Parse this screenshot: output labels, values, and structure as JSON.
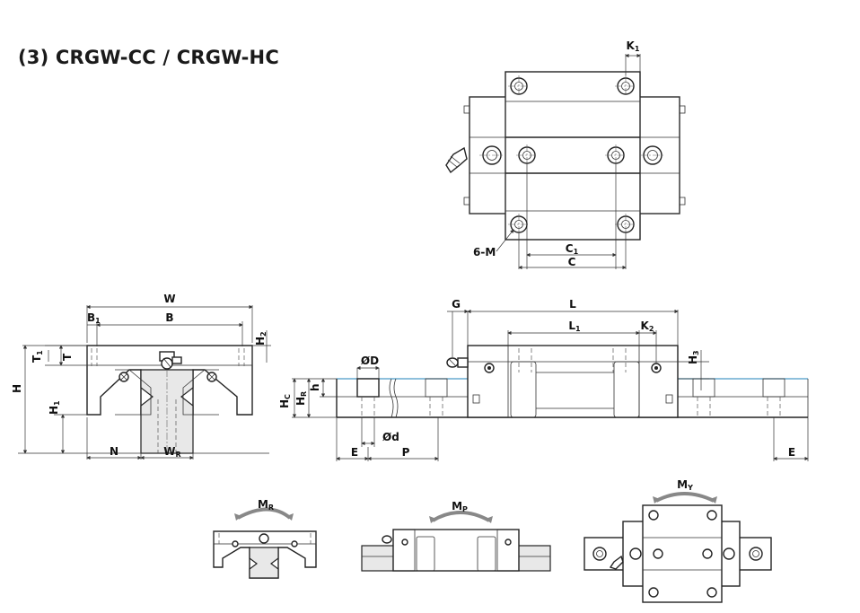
{
  "title": "(3) CRGW-CC / CRGW-HC",
  "labels": {
    "K1": "K",
    "K1_sub": "1",
    "M6": "6-M",
    "C1": "C",
    "C1_sub": "1",
    "C": "C",
    "W": "W",
    "B1": "B",
    "B1_sub": "1",
    "B": "B",
    "H2": "H",
    "H2_sub": "2",
    "T1": "T",
    "T1_sub": "1",
    "T": "T",
    "H": "H",
    "H1": "H",
    "H1_sub": "1",
    "N": "N",
    "WR": "W",
    "WR_sub": "R",
    "G": "G",
    "L": "L",
    "L1": "L",
    "L1_sub": "1",
    "K2": "K",
    "K2_sub": "2",
    "H3": "H",
    "H3_sub": "3",
    "HC": "H",
    "HC_sub": "C",
    "HR": "H",
    "HR_sub": "R",
    "h": "h",
    "D": "ØD",
    "d": "Ød",
    "E": "E",
    "P": "P",
    "E_right": "E",
    "MR": "M",
    "MR_sub": "R",
    "MP": "M",
    "MP_sub": "P",
    "MY": "M",
    "MY_sub": "Y"
  }
}
